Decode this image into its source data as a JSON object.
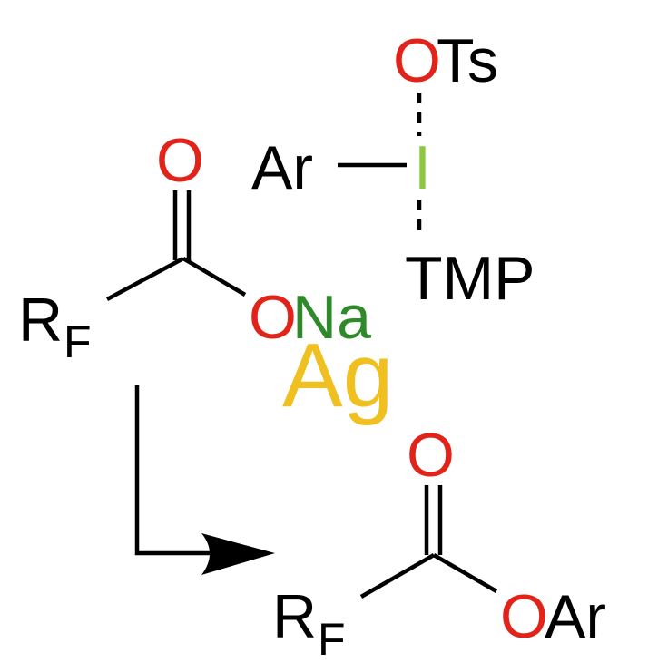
{
  "colors": {
    "black": "#000000",
    "oxygen": "#e2231a",
    "iodine": "#8dc63f",
    "sodium": "#2f8a2a",
    "silver": "#f0c020"
  },
  "reagent": {
    "oxygen_top": "O",
    "ts": "Ts",
    "aryl": "Ar",
    "iodine": "I",
    "tmp": "TMP"
  },
  "carboxylate": {
    "rf_r": "R",
    "rf_sub": "F",
    "carbonyl_o": "O",
    "ester_o": "O",
    "sodium": "Na"
  },
  "catalyst": "Ag",
  "product": {
    "rf_r": "R",
    "rf_sub": "F",
    "carbonyl_o": "O",
    "ester_o": "O",
    "aryl": "Ar"
  }
}
